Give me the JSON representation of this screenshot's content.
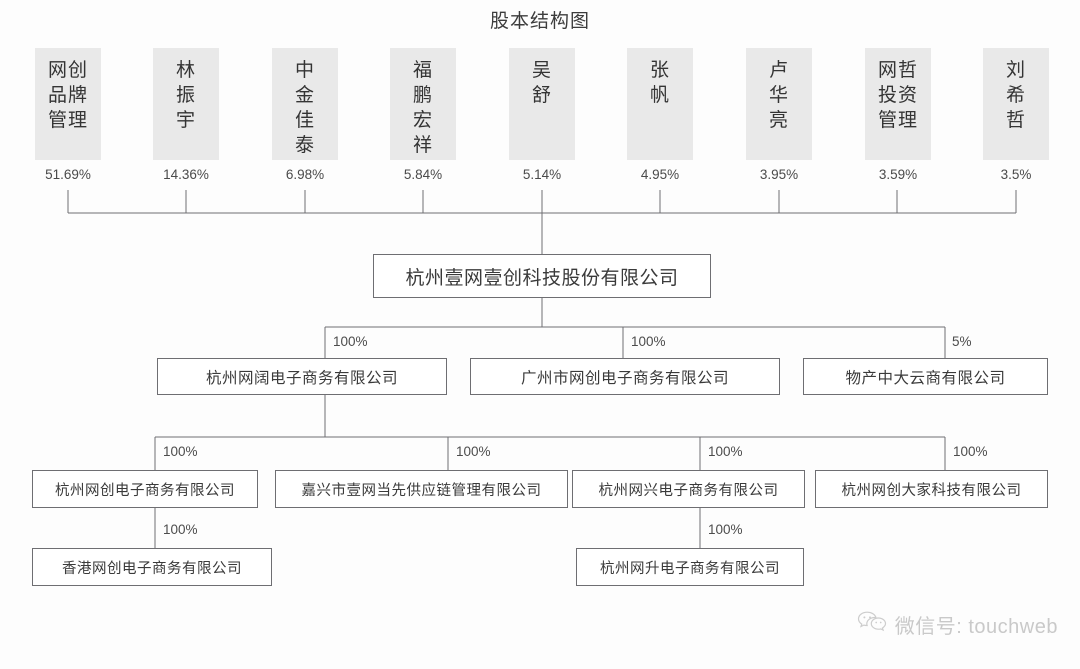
{
  "title": "股本结构图",
  "colors": {
    "shareholder_fill": "#e9e9e9",
    "box_border": "#6e6e72",
    "text": "#3a3a3a",
    "watermark": "#c9c9c9",
    "background": "#fdfdfd"
  },
  "shareholders": [
    {
      "name_lines": [
        "网创",
        "品牌",
        "管理"
      ],
      "percent": "51.69%"
    },
    {
      "name_lines": [
        "林",
        "振",
        "宇"
      ],
      "percent": "14.36%"
    },
    {
      "name_lines": [
        "中",
        "金",
        "佳",
        "泰"
      ],
      "percent": "6.98%"
    },
    {
      "name_lines": [
        "福",
        "鹏",
        "宏",
        "祥"
      ],
      "percent": "5.84%"
    },
    {
      "name_lines": [
        "吴",
        "舒"
      ],
      "percent": "5.14%"
    },
    {
      "name_lines": [
        "张",
        "帆"
      ],
      "percent": "4.95%"
    },
    {
      "name_lines": [
        "卢",
        "华",
        "亮"
      ],
      "percent": "3.95%"
    },
    {
      "name_lines": [
        "网哲",
        "投资",
        "管理"
      ],
      "percent": "3.59%"
    },
    {
      "name_lines": [
        "刘",
        "希",
        "哲"
      ],
      "percent": "3.5%"
    }
  ],
  "root": {
    "name": "杭州壹网壹创科技股份有限公司"
  },
  "level3": [
    {
      "name": "杭州网阔电子商务有限公司",
      "percent": "100%"
    },
    {
      "name": "广州市网创电子商务有限公司",
      "percent": "100%"
    },
    {
      "name": "物产中大云商有限公司",
      "percent": "5%"
    }
  ],
  "level4": [
    {
      "name": "杭州网创电子商务有限公司",
      "percent": "100%"
    },
    {
      "name": "嘉兴市壹网当先供应链管理有限公司",
      "percent": "100%"
    },
    {
      "name": "杭州网兴电子商务有限公司",
      "percent": "100%"
    },
    {
      "name": "杭州网创大家科技有限公司",
      "percent": "100%"
    }
  ],
  "level5": [
    {
      "name": "香港网创电子商务有限公司",
      "percent": "100%"
    },
    {
      "name": "杭州网升电子商务有限公司",
      "percent": "100%"
    }
  ],
  "watermark": {
    "label": "微信号: touchweb",
    "icon": "wechat-icon"
  },
  "chart_data": {
    "type": "diagram",
    "subtype": "org-chart-shareholding-structure",
    "title": "股本结构图",
    "nodes": [
      {
        "id": "sh1",
        "label": "网创品牌管理",
        "level": 1
      },
      {
        "id": "sh2",
        "label": "林振宇",
        "level": 1
      },
      {
        "id": "sh3",
        "label": "中金佳泰",
        "level": 1
      },
      {
        "id": "sh4",
        "label": "福鹏宏祥",
        "level": 1
      },
      {
        "id": "sh5",
        "label": "吴舒",
        "level": 1
      },
      {
        "id": "sh6",
        "label": "张帆",
        "level": 1
      },
      {
        "id": "sh7",
        "label": "卢华亮",
        "level": 1
      },
      {
        "id": "sh8",
        "label": "网哲投资管理",
        "level": 1
      },
      {
        "id": "sh9",
        "label": "刘希哲",
        "level": 1
      },
      {
        "id": "root",
        "label": "杭州壹网壹创科技股份有限公司",
        "level": 2
      },
      {
        "id": "a1",
        "label": "杭州网阔电子商务有限公司",
        "level": 3
      },
      {
        "id": "a2",
        "label": "广州市网创电子商务有限公司",
        "level": 3
      },
      {
        "id": "a3",
        "label": "物产中大云商有限公司",
        "level": 3
      },
      {
        "id": "b1",
        "label": "杭州网创电子商务有限公司",
        "level": 4
      },
      {
        "id": "b2",
        "label": "嘉兴市壹网当先供应链管理有限公司",
        "level": 4
      },
      {
        "id": "b3",
        "label": "杭州网兴电子商务有限公司",
        "level": 4
      },
      {
        "id": "b4",
        "label": "杭州网创大家科技有限公司",
        "level": 4
      },
      {
        "id": "c1",
        "label": "香港网创电子商务有限公司",
        "level": 5
      },
      {
        "id": "c2",
        "label": "杭州网升电子商务有限公司",
        "level": 5
      }
    ],
    "edges": [
      {
        "from": "sh1",
        "to": "root",
        "label": "51.69%"
      },
      {
        "from": "sh2",
        "to": "root",
        "label": "14.36%"
      },
      {
        "from": "sh3",
        "to": "root",
        "label": "6.98%"
      },
      {
        "from": "sh4",
        "to": "root",
        "label": "5.84%"
      },
      {
        "from": "sh5",
        "to": "root",
        "label": "5.14%"
      },
      {
        "from": "sh6",
        "to": "root",
        "label": "4.95%"
      },
      {
        "from": "sh7",
        "to": "root",
        "label": "3.95%"
      },
      {
        "from": "sh8",
        "to": "root",
        "label": "3.59%"
      },
      {
        "from": "sh9",
        "to": "root",
        "label": "3.5%"
      },
      {
        "from": "root",
        "to": "a1",
        "label": "100%"
      },
      {
        "from": "root",
        "to": "a2",
        "label": "100%"
      },
      {
        "from": "root",
        "to": "a3",
        "label": "5%"
      },
      {
        "from": "a1",
        "to": "b1",
        "label": "100%"
      },
      {
        "from": "a1",
        "to": "b2",
        "label": "100%"
      },
      {
        "from": "a1",
        "to": "b3",
        "label": "100%"
      },
      {
        "from": "a1",
        "to": "b4",
        "label": "100%"
      },
      {
        "from": "b1",
        "to": "c1",
        "label": "100%"
      },
      {
        "from": "b3",
        "to": "c2",
        "label": "100%"
      }
    ]
  }
}
